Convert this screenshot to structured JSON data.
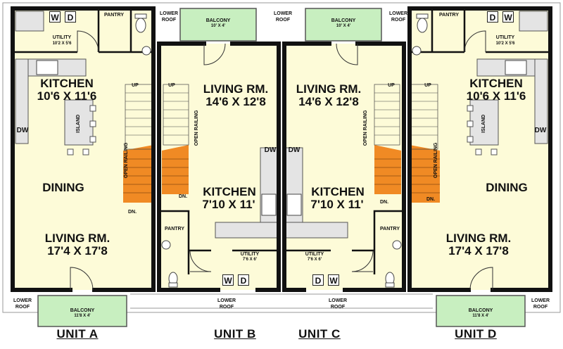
{
  "colors": {
    "floor": "#fdfbd8",
    "balcony": "#c8efc0",
    "stairs": "#f08a24",
    "wall": "#111111",
    "roof": "#ffffff"
  },
  "units": {
    "a": "UNIT A",
    "b": "UNIT B",
    "c": "UNIT C",
    "d": "UNIT D"
  },
  "labels": {
    "kitchen_a": "KITCHEN",
    "kitchen_a_size": "10'6 X 11'6",
    "kitchen_d": "KITCHEN",
    "kitchen_d_size": "10'6 X 11'6",
    "kitchen_b": "KITCHEN",
    "kitchen_b_size": "7'10 X 11'",
    "kitchen_c": "KITCHEN",
    "kitchen_c_size": "7'10 X 11'",
    "dining": "DINING",
    "living_ad": "LIVING RM.",
    "living_ad_size": "17'4 X 17'8",
    "living_bc": "LIVING RM.",
    "living_bc_size": "14'6 X 12'8",
    "utility": "UTILITY",
    "utility_ad_size": "10'2 X 5'6",
    "utility_bc_size": "7'6 X 6'",
    "pantry": "PANTRY",
    "island": "ISLAND",
    "dw": "DW",
    "balcony": "BALCONY",
    "balcony_top_size": "10' X 4'",
    "balcony_bottom_size": "11'8 X 4'",
    "lower_roof_1": "LOWER",
    "lower_roof_2": "ROOF",
    "open_railing": "OPEN RAILING",
    "up": "UP",
    "dn": "DN.",
    "w": "W",
    "d": "D"
  }
}
